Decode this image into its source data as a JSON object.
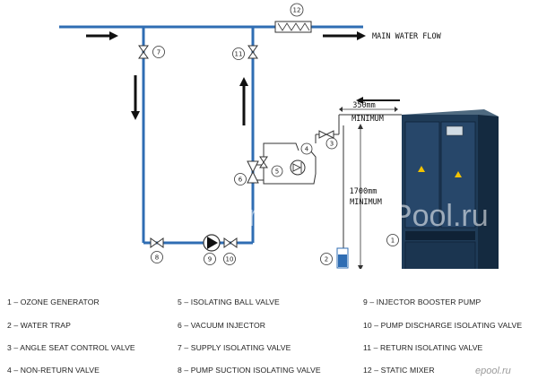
{
  "diagram": {
    "flow_label": "MAIN WATER FLOW",
    "dim_top_value": "350mm",
    "dim_top_text": "MINIMUM",
    "dim_side_value": "1700mm",
    "dim_side_text": "MINIMUM",
    "callouts": [
      "1",
      "2",
      "3",
      "4",
      "5",
      "6",
      "7",
      "8",
      "9",
      "10",
      "11",
      "12"
    ],
    "watermark": "ePool.ru",
    "pipe_color": "#2f6db3"
  },
  "legend": [
    {
      "n": "1",
      "text": "1 – OZONE GENERATOR"
    },
    {
      "n": "2",
      "text": "2 – WATER TRAP"
    },
    {
      "n": "3",
      "text": "3 – ANGLE SEAT CONTROL VALVE"
    },
    {
      "n": "4",
      "text": "4 – NON-RETURN VALVE"
    },
    {
      "n": "5",
      "text": "5 – ISOLATING BALL VALVE"
    },
    {
      "n": "6",
      "text": "6 – VACUUM INJECTOR"
    },
    {
      "n": "7",
      "text": "7 – SUPPLY ISOLATING VALVE"
    },
    {
      "n": "8",
      "text": "8 – PUMP SUCTION ISOLATING VALVE"
    },
    {
      "n": "9",
      "text": "9 – INJECTOR BOOSTER PUMP"
    },
    {
      "n": "10",
      "text": "10 – PUMP DISCHARGE ISOLATING VALVE"
    },
    {
      "n": "11",
      "text": "11 – RETURN ISOLATING VALVE"
    },
    {
      "n": "12",
      "text": "12 – STATIC MIXER"
    }
  ],
  "logo": "epool.ru"
}
